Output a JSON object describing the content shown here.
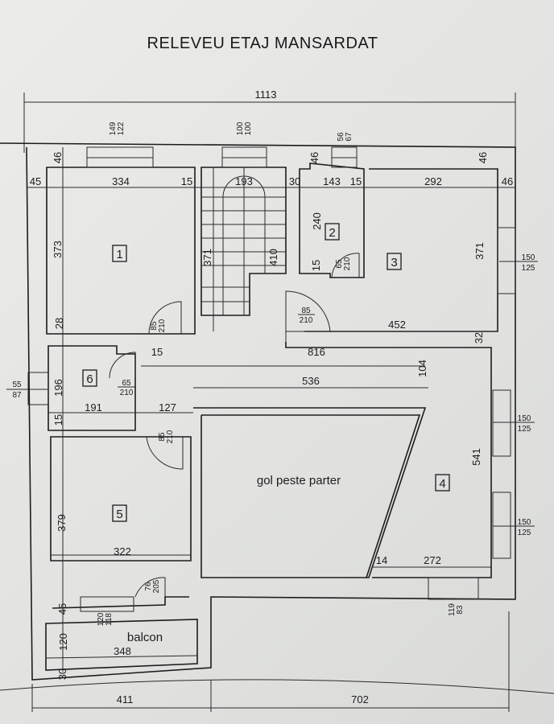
{
  "title": "RELEVEU ETAJ MANSARDAT",
  "rooms": {
    "r1": "1",
    "r2": "2",
    "r3": "3",
    "r4": "4",
    "r5": "5",
    "r6": "6"
  },
  "labels": {
    "void": "gol peste parter",
    "balcony": "balcon"
  },
  "dims": {
    "overall_width": "1113",
    "wall_top_1": "46",
    "wall_top_2": "46",
    "wall_top_3": "46",
    "wall_right_top": "46",
    "wall_left": "45",
    "room1_width": "334",
    "gap_1": "15",
    "stair_width": "193",
    "gap_2": "30",
    "room2_width": "143",
    "gap_3": "15",
    "room3_width": "292",
    "room1_depth": "373",
    "stair_depth": "371",
    "stair_length": "410",
    "room2_depth": "240",
    "room2_wall": "15",
    "room3_depth": "371",
    "wall_28": "28",
    "room3_bottom": "452",
    "wall_32": "32",
    "hall_15": "15",
    "hall_length": "816",
    "room6_depth": "196",
    "room4_offset": "104",
    "void_width": "536",
    "room6_width": "191",
    "hall_width": "127",
    "wall_15b": "15",
    "room4_depth": "541",
    "room5_depth": "379",
    "room5_width": "322",
    "wall_14": "14",
    "room4_width": "272",
    "balcony_wall": "46",
    "balcony_depth": "120",
    "balcony_width": "348",
    "balcony_rail": "30",
    "bottom_left": "411",
    "bottom_right": "702"
  },
  "openings": {
    "win_top_1": {
      "w": "149",
      "h": "122"
    },
    "win_top_2": {
      "w": "100",
      "h": "100"
    },
    "win_top_3": {
      "w": "56",
      "h": "67"
    },
    "win_right_1": {
      "w": "150",
      "h": "125"
    },
    "win_right_2": {
      "w": "150",
      "h": "125"
    },
    "win_right_3": {
      "w": "150",
      "h": "125"
    },
    "win_left": {
      "w": "55",
      "h": "87"
    },
    "win_bottom": {
      "w": "119",
      "h": "83"
    },
    "win_balcony": {
      "w": "120",
      "h": "118"
    },
    "door_room1": {
      "w": "85",
      "h": "210"
    },
    "door_room3": {
      "w": "85",
      "h": "210"
    },
    "door_room5": {
      "w": "85",
      "h": "210"
    },
    "door_room2": {
      "w": "65",
      "h": "210"
    },
    "door_room6": {
      "w": "65",
      "h": "210"
    },
    "door_balcony": {
      "w": "76",
      "h": "205"
    }
  }
}
